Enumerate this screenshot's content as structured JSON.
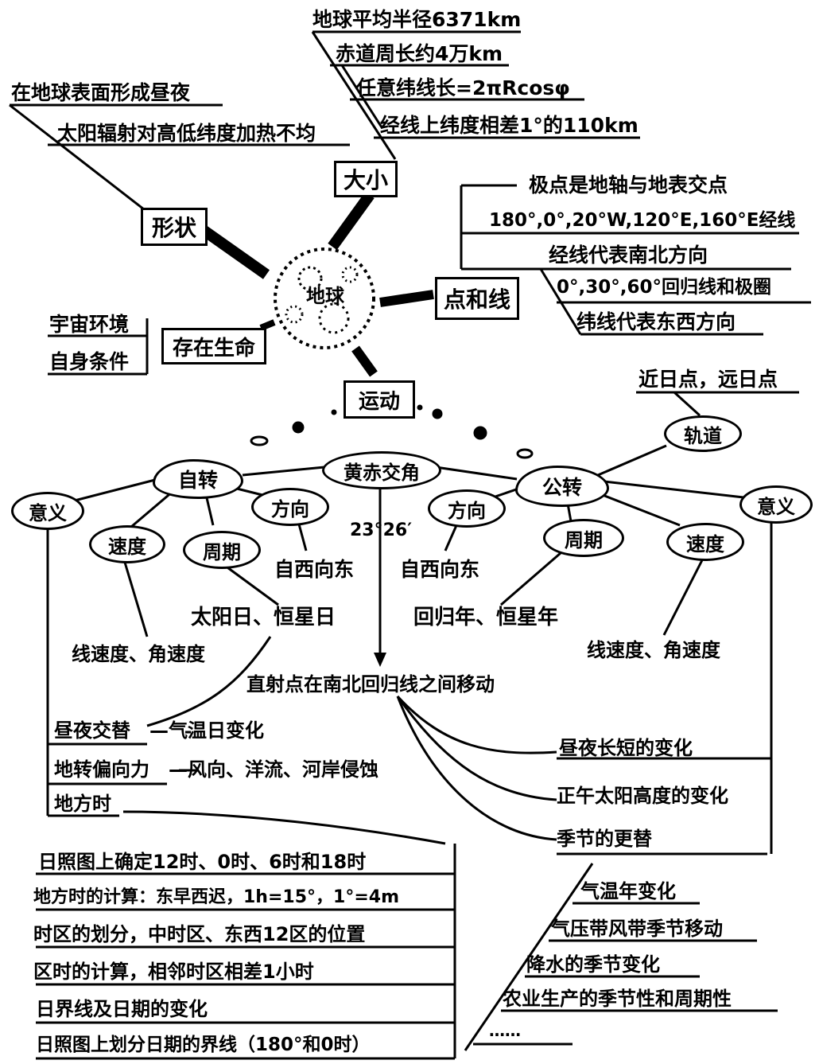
{
  "earth_center": {
    "label": "地球"
  },
  "size": {
    "label": "大小",
    "items": [
      "地球平均半径6371km",
      "赤道周长约4万km",
      "任意纬线长=2πRcosφ",
      "经线上纬度相差1°的110km"
    ]
  },
  "shape": {
    "label": "形状",
    "items": [
      "在地球表面形成昼夜",
      "太阳辐射对高低纬度加热不均"
    ]
  },
  "points_lines": {
    "label": "点和线",
    "items": [
      "极点是地轴与地表交点",
      "180°,0°,20°W,120°E,160°E经线",
      "经线代表南北方向",
      "0°,30°,60°回归线和极圈",
      "纬线代表东西方向"
    ]
  },
  "life": {
    "label": "存在生命",
    "items": [
      "宇宙环境",
      "自身条件"
    ]
  },
  "motion": {
    "label": "运动"
  },
  "rotation": {
    "label": "自转",
    "meaning": "意义",
    "speed": "速度",
    "speed_value": "线速度、角速度",
    "period": "周期",
    "period_value": "太阳日、恒星日",
    "direction": "方向",
    "direction_value": "自西向东"
  },
  "obliquity": {
    "label": "黄赤交角",
    "value": "23°26′",
    "result": "直射点在南北回归线之间移动"
  },
  "revolution": {
    "label": "公转",
    "meaning": "意义",
    "speed": "速度",
    "speed_value": "线速度、角速度",
    "period": "周期",
    "period_value": "回归年、恒星年",
    "direction": "方向",
    "direction_value": "自西向东",
    "orbit": "轨道",
    "orbit_value": "近日点，远日点"
  },
  "rotation_effects": [
    {
      "label": "昼夜交替",
      "detail": "—气温日变化"
    },
    {
      "label": "地转偏向力",
      "detail": "—风向、洋流、河岸侵蚀"
    },
    {
      "label": "地方时",
      "detail": ""
    }
  ],
  "revolution_effects": [
    "昼夜长短的变化",
    "正午太阳高度的变化",
    "季节的更替"
  ],
  "time_items": [
    "日照图上确定12时、0时、6时和18时",
    "地方时的计算：东早西迟，1h=15°，1°=4m",
    "时区的划分，中时区、东西12区的位置",
    "区时的计算，相邻时区相差1小时",
    "日界线及日期的变化",
    "日照图上划分日期的界线（180°和0时）"
  ],
  "season_items": [
    "气温年变化",
    "气压带风带季节移动",
    "降水的季节变化",
    "农业生产的季节性和周期性",
    "……"
  ]
}
